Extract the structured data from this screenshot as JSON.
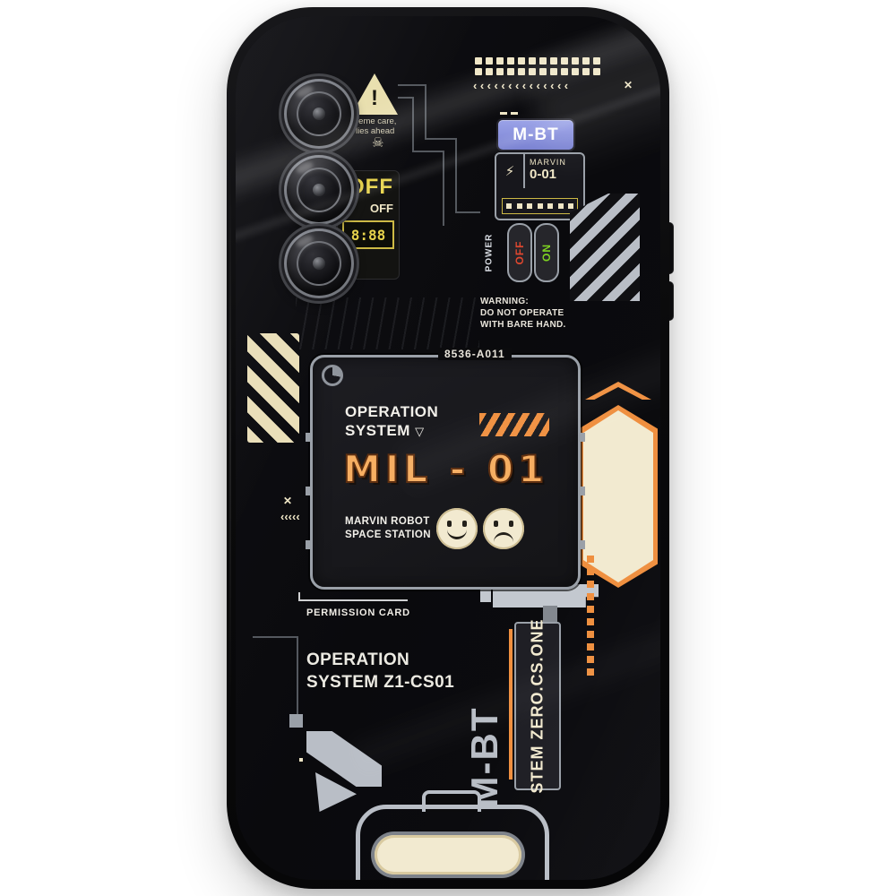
{
  "photo_meta": {
    "subject": "smartphone rear view with printed techwear phone case",
    "background": "#ffffff"
  },
  "colors": {
    "case_black": "#0b0b0d",
    "cream": "#efe6c6",
    "orange": "#ef8f3f",
    "gray": "#b9bec6",
    "purple_chip": "#8e95dd",
    "red_off": "#e0482f",
    "green_on": "#7ed321",
    "yellow": "#e8d44c"
  },
  "top_left": {
    "exclaim": "!",
    "care_line1": "reme care,",
    "care_line2": "lies ahead",
    "skull_icon": "☠",
    "off_large": "OFF",
    "off_small": "OFF",
    "display_value": "8:88"
  },
  "top_right": {
    "chevron_row": "‹‹‹‹‹‹‹‹‹‹‹‹‹‹",
    "close_x": "✕",
    "chip_label": "M-BT",
    "card_title": "MARVIN",
    "card_id": "0-01",
    "bolt_icon": "⚡",
    "power_label": "POWER",
    "off_label": "OFF",
    "on_label": "ON"
  },
  "warning_block": {
    "line1": "WARNING:",
    "line2": "DO NOT OPERATE",
    "line3": "WITH BARE HAND."
  },
  "panel": {
    "serial": "8536-A011",
    "op_line1": "OPERATION",
    "op_line2": "SYSTEM",
    "pointer_icon": "▽",
    "model_code": "MIL - 01",
    "sub_line1": "MARVIN ROBOT",
    "sub_line2": "SPACE STATION"
  },
  "left_marks": {
    "close_x": "✕",
    "chevron_column": "‹‹‹‹‹"
  },
  "bottom_left": {
    "permission_label": "PERMISSION CARD",
    "op_line1": "OPERATION",
    "op_line2": "SYSTEM Z1-CS01"
  },
  "bottom_right": {
    "vertical_mbt": "M-BT",
    "vertical_stem": "STEM ZERO.CS.ONE"
  }
}
